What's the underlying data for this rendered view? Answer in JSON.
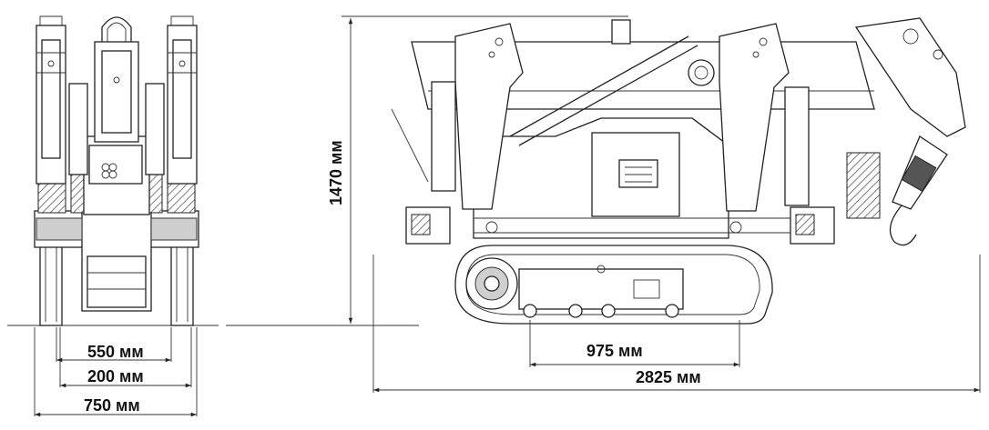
{
  "dimensions": {
    "track_inner": "550 мм",
    "track_width": "200 мм",
    "overall_width": "750 мм",
    "height": "1470 мм",
    "track_length": "975 мм",
    "overall_length": "2825 мм"
  },
  "colors": {
    "line": "#222222",
    "background": "#ffffff",
    "hatch": "#444444"
  }
}
